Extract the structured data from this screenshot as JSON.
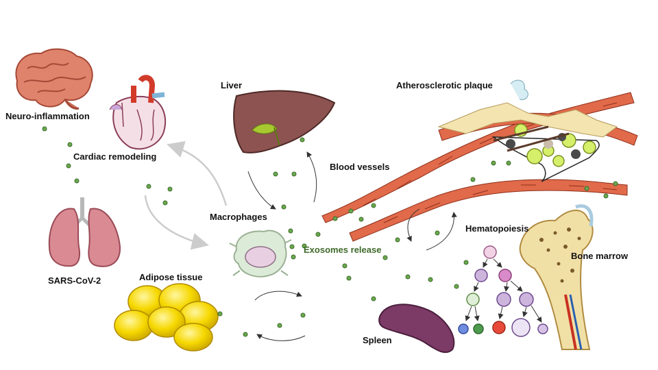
{
  "labels": {
    "neuro": "Neuro-inflammation",
    "cardiac": "Cardiac remodeling",
    "sars": "SARS-CoV-2",
    "adipose": "Adipose tissue",
    "liver": "Liver",
    "macrophages": "Macrophages",
    "exosomes": "Exosomes release",
    "athero": "Atherosclerotic plaque",
    "blood": "Blood vessels",
    "hemato": "Hematopoiesis",
    "bone": "Bone marrow",
    "spleen": "Spleen"
  },
  "colors": {
    "exosome": "#6aa84f",
    "exosome_stroke": "#3d6b2a",
    "label_text": "#111111",
    "exosome_label": "#3f6a2a",
    "vessel": "#e06a4a",
    "arrow_gray": "#cccccc"
  }
}
